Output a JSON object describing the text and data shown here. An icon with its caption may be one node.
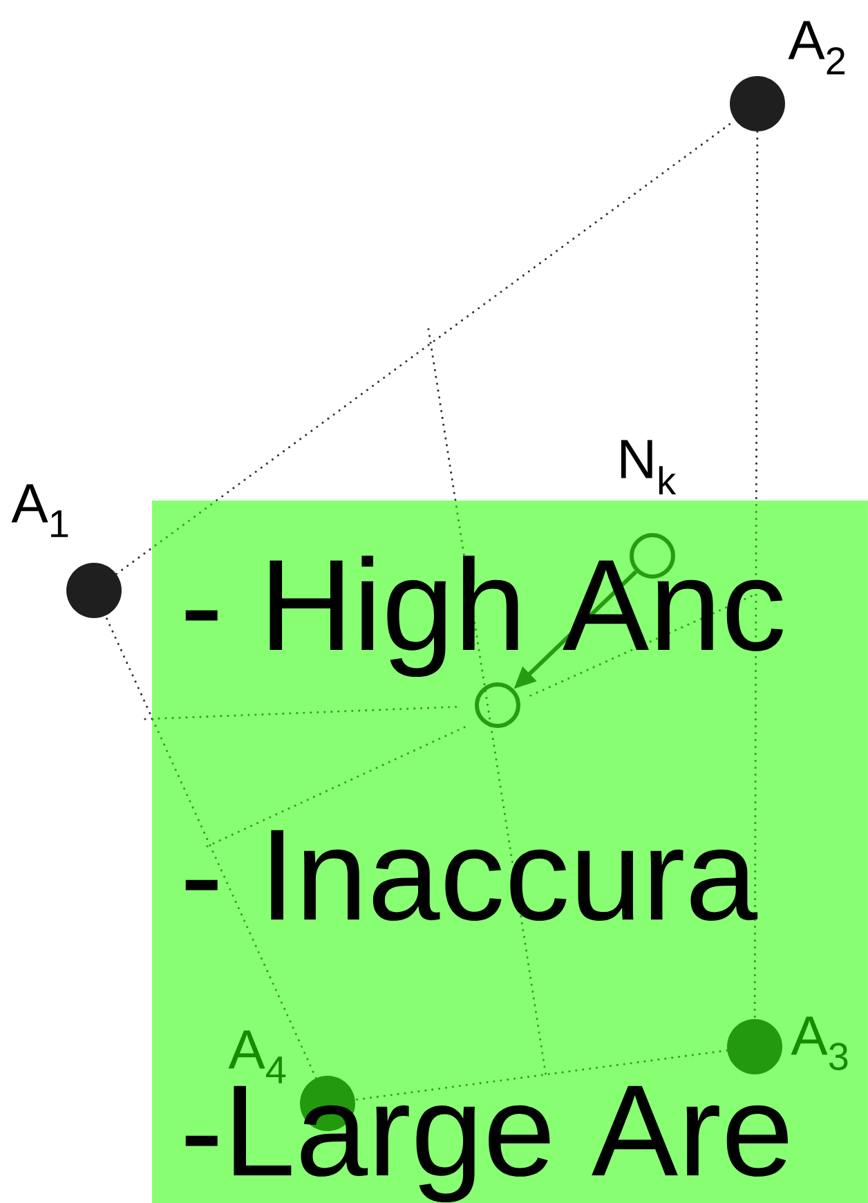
{
  "diagram": {
    "nodes": [
      {
        "text": [],
        "shape": "circle",
        "beside": [
          "A$_{1}$"
        ]
      },
      {
        "text": [],
        "shape": "circle",
        "beside": [
          "A$_{2}$"
        ]
      },
      {
        "text": [],
        "shape": "circle",
        "beside": [
          "A$_{3}$"
        ]
      },
      {
        "text": [],
        "shape": "circle",
        "beside": [
          "A$_{4}$"
        ]
      },
      {
        "text": [],
        "shape": "ring",
        "beside": [
          "N$_{k}$"
        ]
      },
      {
        "text": [],
        "shape": "ring"
      }
    ],
    "edges": [
      {
        "from": 0,
        "to": 1,
        "arrow": "none",
        "style": "dashed"
      },
      {
        "from": 1,
        "to": 2,
        "arrow": "none",
        "style": "dashed"
      },
      {
        "from": 2,
        "to": 3,
        "arrow": "none",
        "style": "dashed"
      },
      {
        "from": 3,
        "to": 0,
        "arrow": "none",
        "style": "dashed"
      },
      {
        "from": 4,
        "to": 5,
        "arrow": "to"
      }
    ],
    "labels": [
      "- High Anc",
      "- Inaccura",
      "-Large Are"
    ]
  }
}
